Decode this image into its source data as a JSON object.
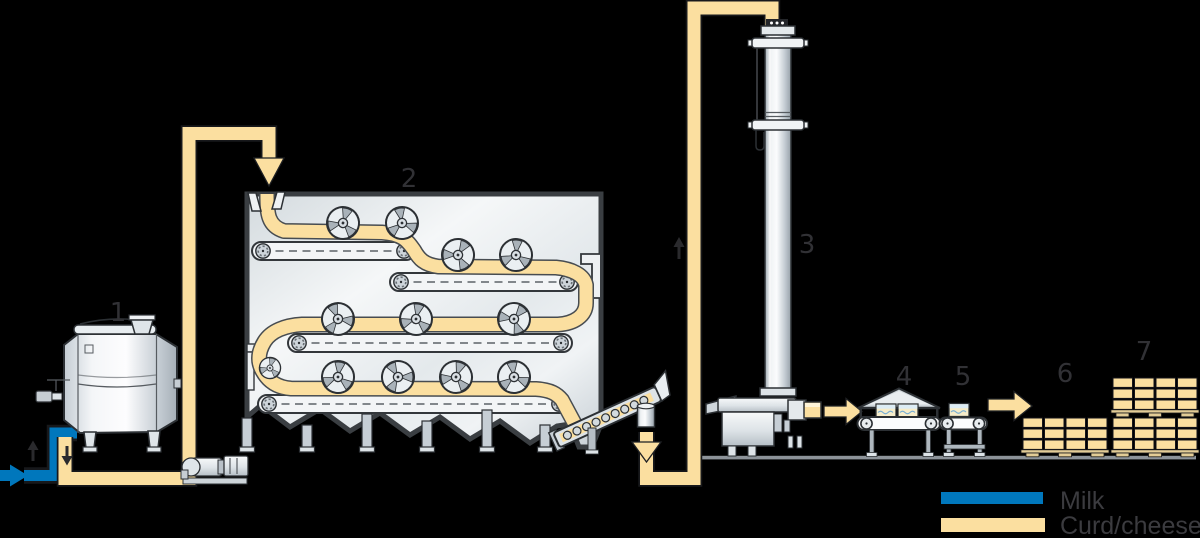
{
  "colors": {
    "milk": "#0077BC",
    "curd": "#FBDFA0",
    "label_text": "#313135",
    "legend_text": "#3B3B3F",
    "ground": "#8D9399"
  },
  "stage_labels": [
    "1",
    "2",
    "3",
    "4",
    "5",
    "6",
    "7"
  ],
  "legend": {
    "items": [
      {
        "label": "Milk",
        "color": "#0077BC"
      },
      {
        "label": "Curd/cheese",
        "color": "#FBDFA0"
      }
    ]
  }
}
